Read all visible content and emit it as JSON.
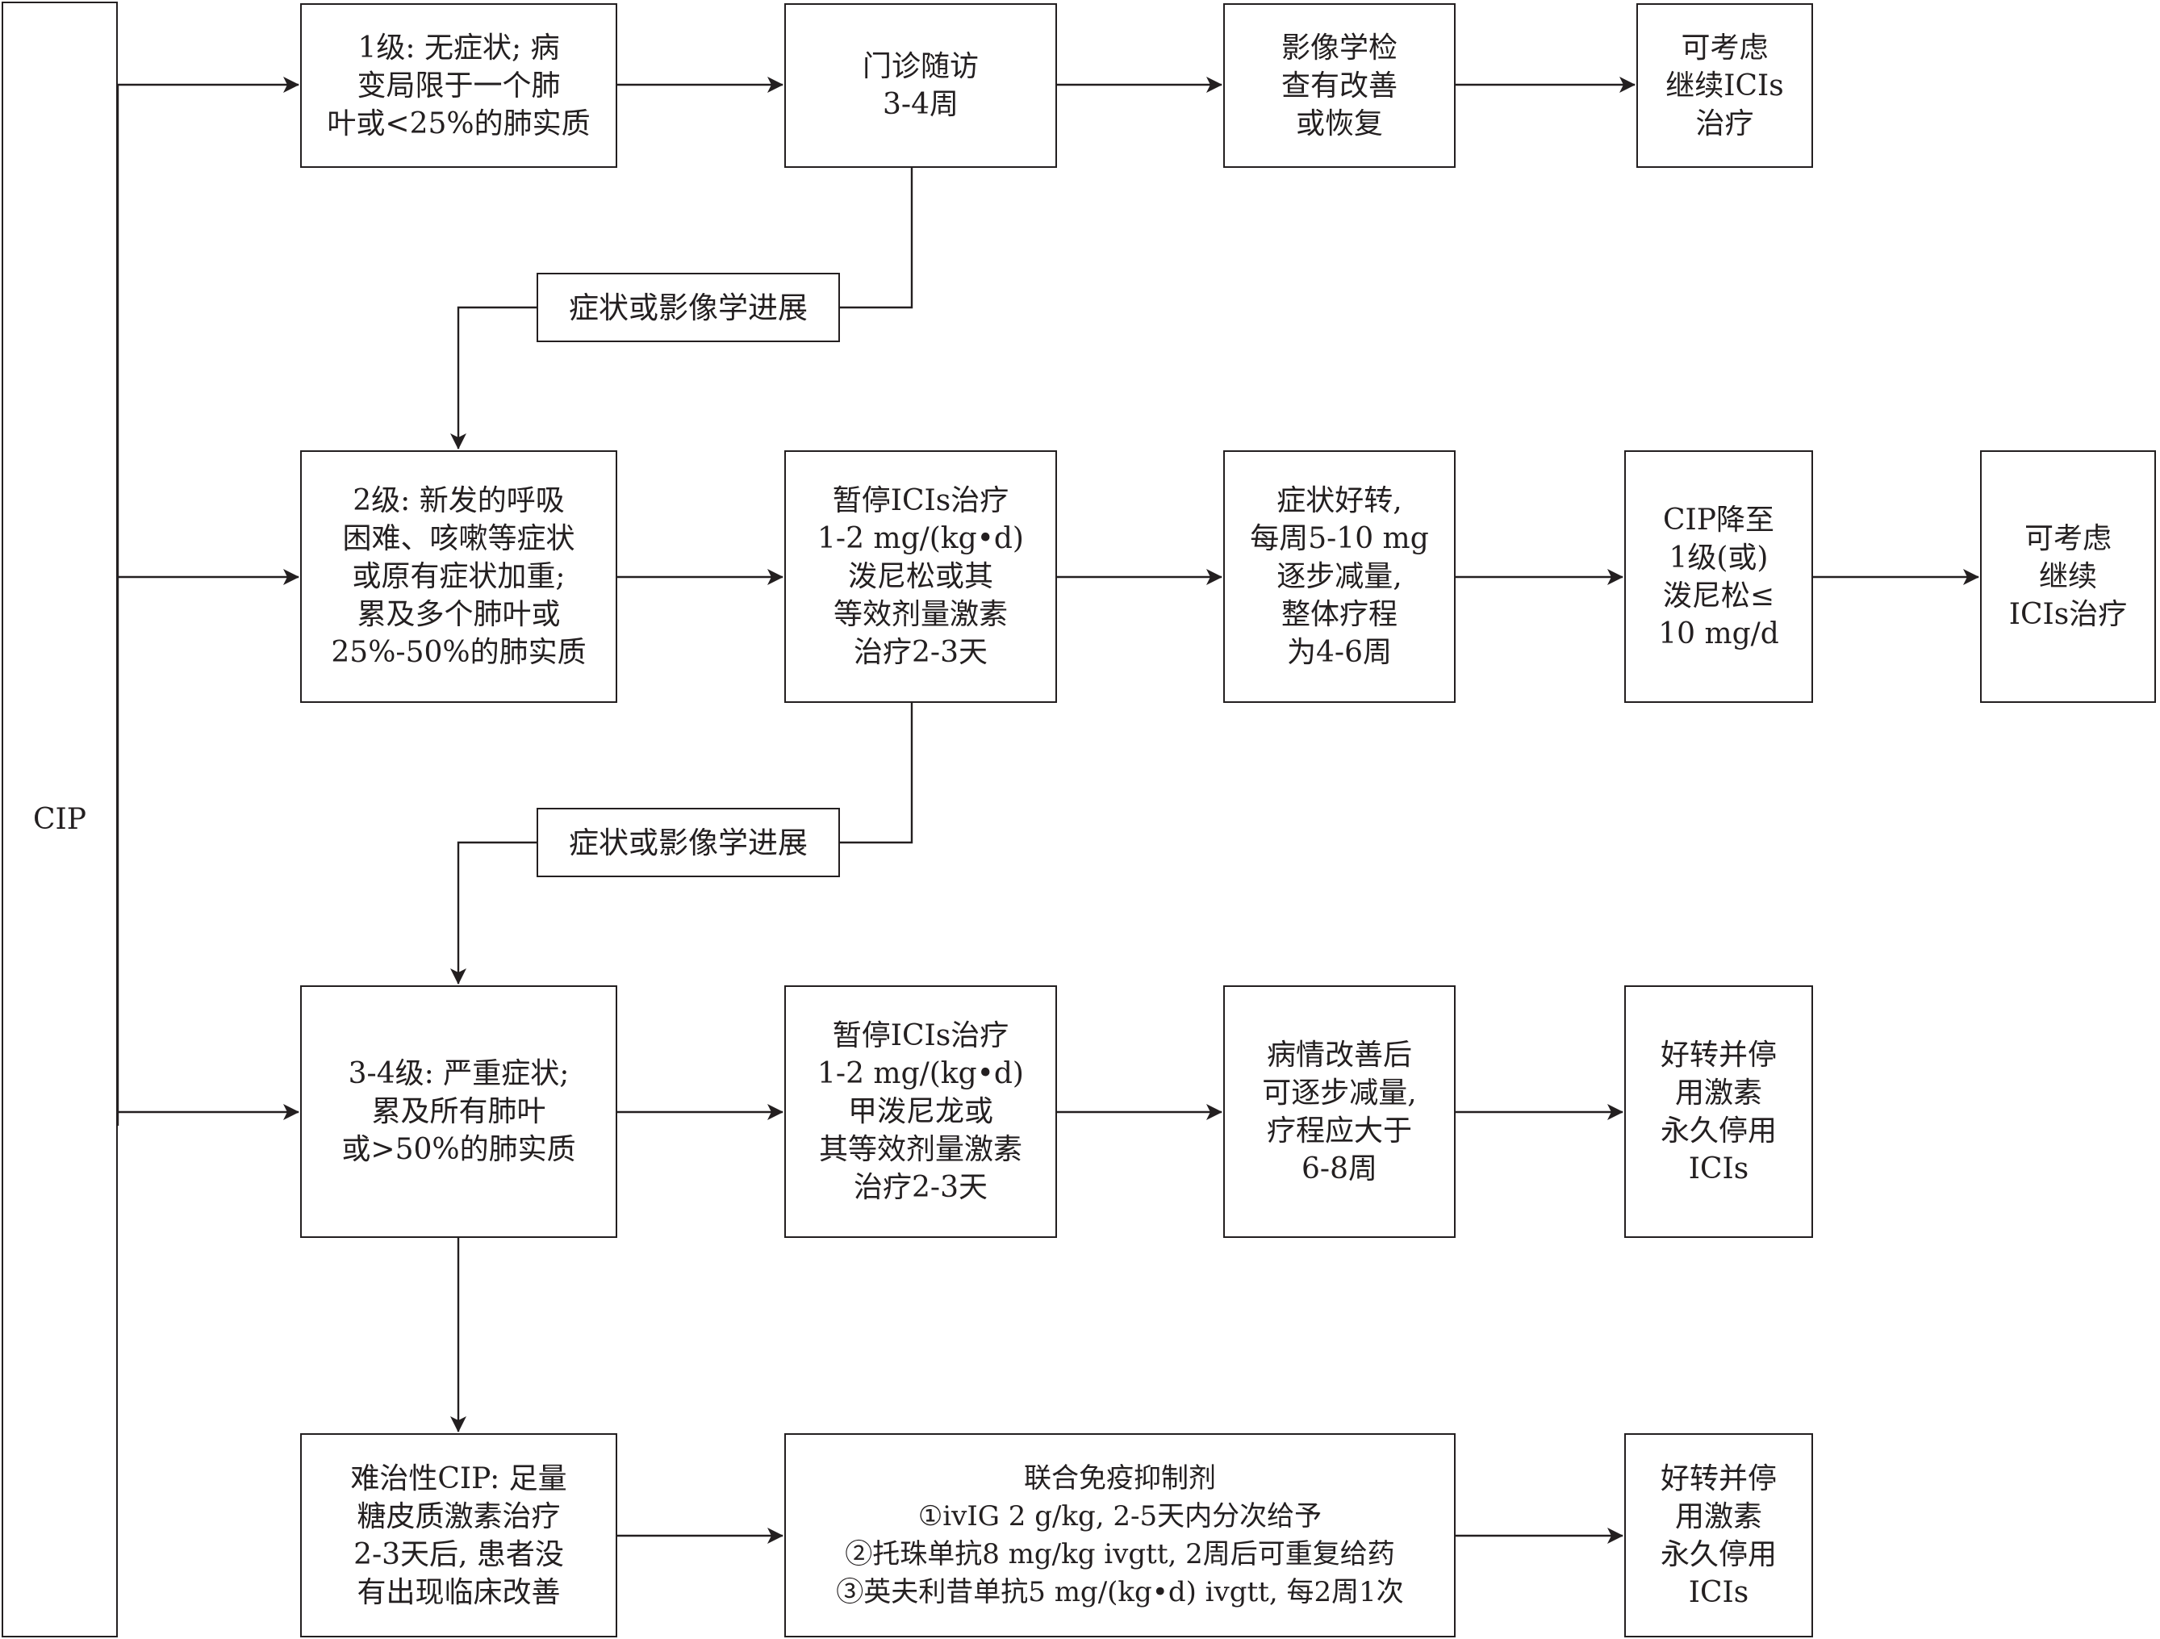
{
  "root": "CIP",
  "grade1": {
    "condition": "1级: 无症状; 病\n变局限于一个肺\n叶或<25%的肺实质",
    "follow_up": "门诊随访\n3-4周",
    "imaging": "影像学检\n查有改善\n或恢复",
    "outcome": "可考虑\n继续ICIs\n治疗"
  },
  "progress_1_to_2": "症状或影像学进展",
  "grade2": {
    "condition": "2级: 新发的呼吸\n困难、咳嗽等症状\n或原有症状加重;\n累及多个肺叶或\n25%-50%的肺实质",
    "treatment": "暂停ICIs治疗\n1-2 mg/(kg•d)\n泼尼松或其\n等效剂量激素\n治疗2-3天",
    "taper": "症状好转,\n每周5-10 mg\n逐步减量,\n整体疗程\n为4-6周",
    "step_down": "CIP降至\n1级(或)\n泼尼松≤\n10 mg/d",
    "outcome": "可考虑\n继续\nICIs治疗"
  },
  "progress_2_to_34": "症状或影像学进展",
  "grade34": {
    "condition": "3-4级: 严重症状;\n累及所有肺叶\n或>50%的肺实质",
    "treatment": "暂停ICIs治疗\n1-2 mg/(kg•d)\n甲泼尼龙或\n其等效剂量激素\n治疗2-3天",
    "taper": "病情改善后\n可逐步减量,\n疗程应大于\n6-8周",
    "outcome": "好转并停\n用激素\n永久停用\nICIs"
  },
  "refractory": {
    "condition": "难治性CIP: 足量\n糖皮质激素治疗\n2-3天后, 患者没\n有出现临床改善",
    "treatment": "联合免疫抑制剂\n①ivIG 2 g/kg, 2-5天内分次给予\n②托珠单抗8 mg/kg ivgtt, 2周后可重复给药\n③英夫利昔单抗5 mg/(kg•d) ivgtt, 每2周1次",
    "outcome": "好转并停\n用激素\n永久停用\nICIs"
  }
}
